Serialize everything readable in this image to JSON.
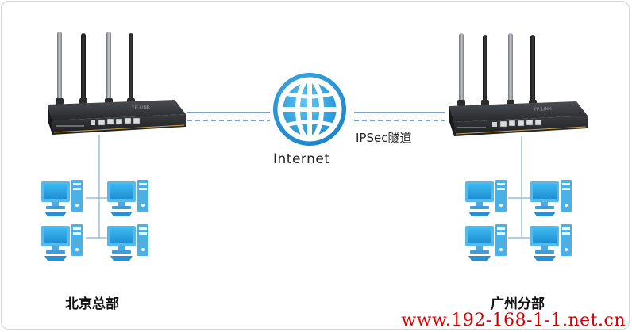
{
  "labels": {
    "internet": "Internet",
    "tunnel": "IPSec隧道",
    "left_site": "北京总部",
    "right_site": "广州分部"
  },
  "router": {
    "brand": "TP-LINK"
  },
  "watermark": "www.192-168-1-1.net.cn",
  "colors": {
    "link": "#4a86c8",
    "lan": "#7fb2dc",
    "pc_screen": "#29a8e6",
    "router_body": "#2d2f33",
    "globe": "#1e9be0",
    "watermark": "#d80000"
  },
  "icons": [
    "router-icon",
    "antenna-icon",
    "globe-icon",
    "computer-icon"
  ]
}
